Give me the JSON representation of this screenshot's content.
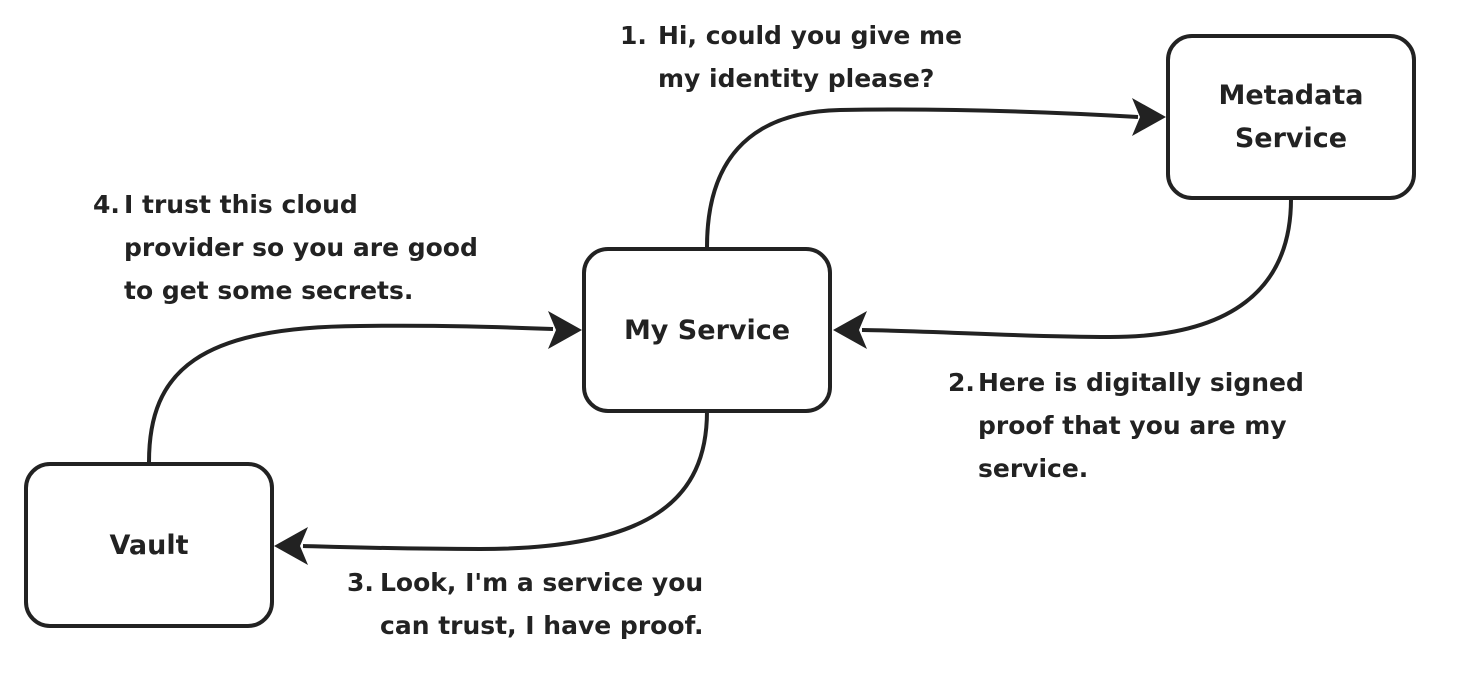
{
  "colors": {
    "stroke": "#222222",
    "text": "#222222",
    "background": "#ffffff"
  },
  "nodes": {
    "metadata_service": {
      "label": "Metadata\nService"
    },
    "my_service": {
      "label": "My Service"
    },
    "vault": {
      "label": "Vault"
    }
  },
  "steps": [
    {
      "number": "1.",
      "lines": [
        "Hi, could you give me",
        "my identity please?"
      ]
    },
    {
      "number": "2.",
      "lines": [
        "Here is digitally signed",
        "proof that you are my",
        "service."
      ]
    },
    {
      "number": "3.",
      "lines": [
        "Look, I'm a service you",
        "can trust, I have proof."
      ]
    },
    {
      "number": "4.",
      "lines": [
        "I trust this cloud",
        "provider so you are good",
        "to get some secrets."
      ]
    }
  ],
  "edges": [
    {
      "from": "my_service",
      "to": "metadata_service",
      "step": "1."
    },
    {
      "from": "metadata_service",
      "to": "my_service",
      "step": "2."
    },
    {
      "from": "my_service",
      "to": "vault",
      "step": "3."
    },
    {
      "from": "vault",
      "to": "my_service",
      "step": "4."
    }
  ]
}
